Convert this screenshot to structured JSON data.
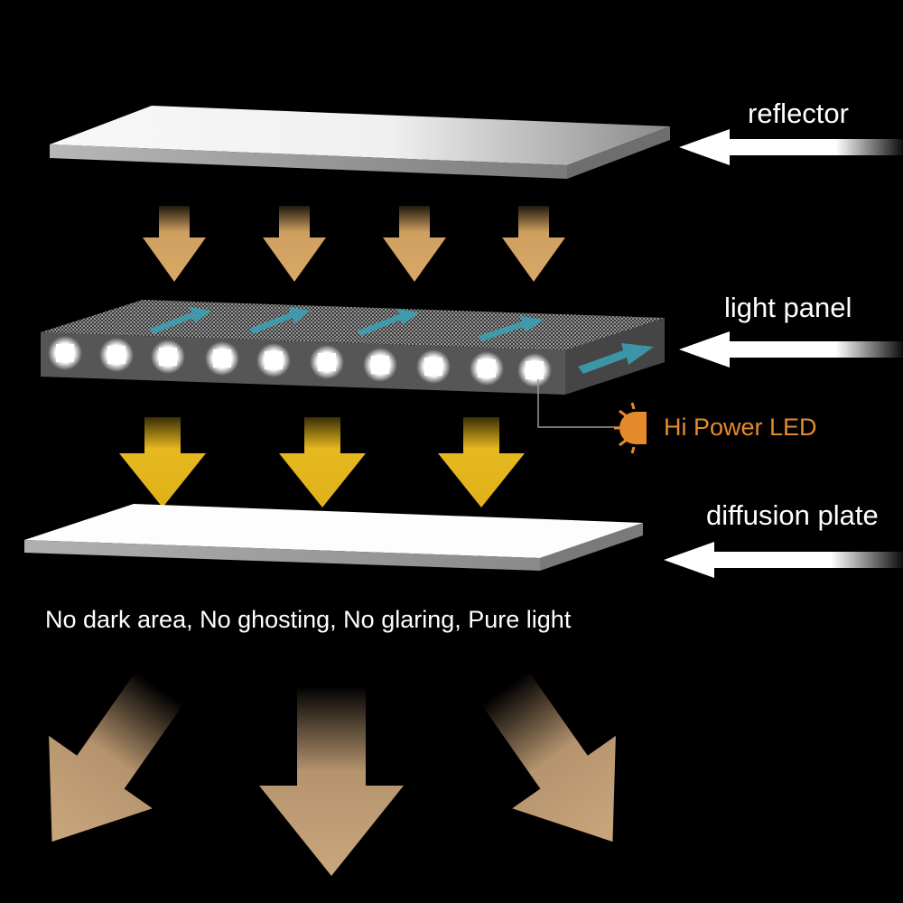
{
  "labels": {
    "reflector": "reflector",
    "light_panel": "light panel",
    "hi_power_led": "Hi Power LED",
    "diffusion_plate": "diffusion plate"
  },
  "caption": "No dark area, No ghosting, No glaring, Pure light",
  "colors": {
    "background": "#000000",
    "label_text": "#ffffff",
    "led_label": "#e58a2c",
    "arrow_tan": "#d9a865",
    "arrow_yellow": "#e6b81f",
    "arrow_output": "#c9a47a",
    "flow_arrow": "#3aa3b8"
  },
  "icons": {
    "led": "led-light-icon",
    "pointer": "white-arrow-icon"
  }
}
